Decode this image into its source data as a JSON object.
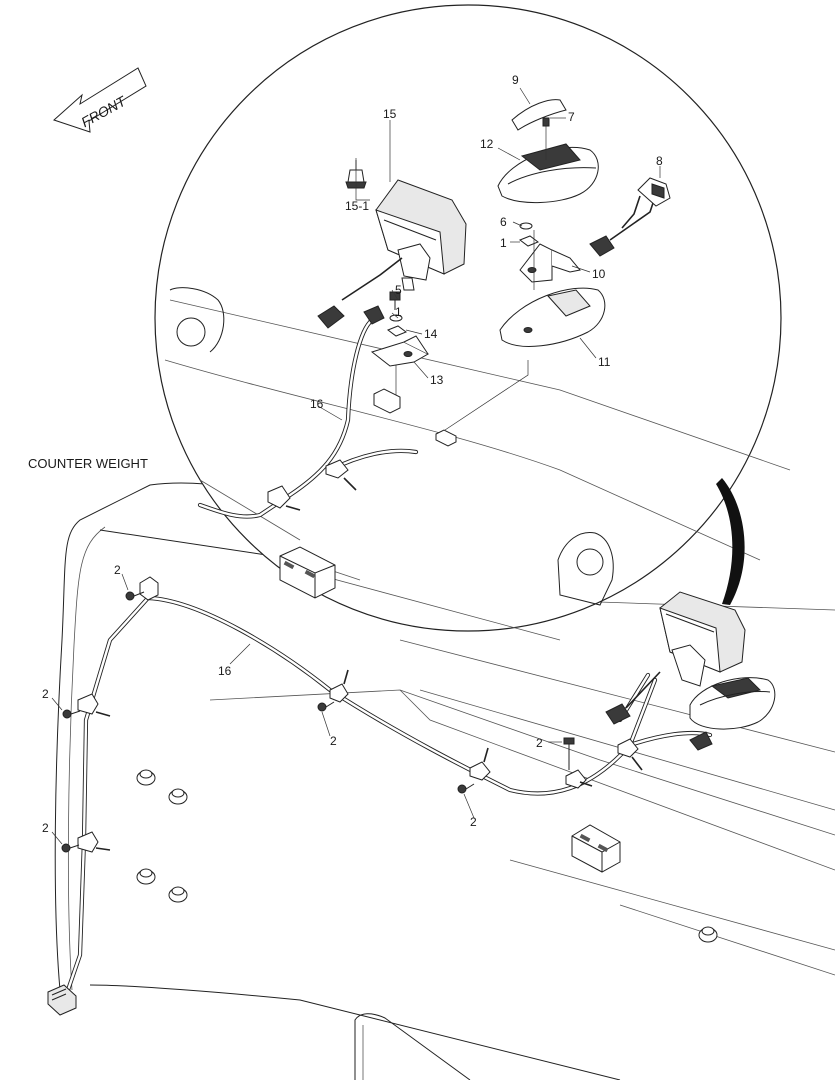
{
  "labels": {
    "front": "FRONT",
    "counter_weight": "COUNTER WEIGHT",
    "p1a": "1",
    "p1b": "1",
    "p2a": "2",
    "p2b": "2",
    "p2c": "2",
    "p2d": "2",
    "p2e": "2",
    "p2f": "2",
    "p2g": "2",
    "p5": "5",
    "p6": "6",
    "p7": "7",
    "p8": "8",
    "p9": "9",
    "p10": "10",
    "p11": "11",
    "p12": "12",
    "p13": "13",
    "p14": "14",
    "p15": "15",
    "p15_1": "15-1",
    "p16a": "16",
    "p16b": "16"
  }
}
